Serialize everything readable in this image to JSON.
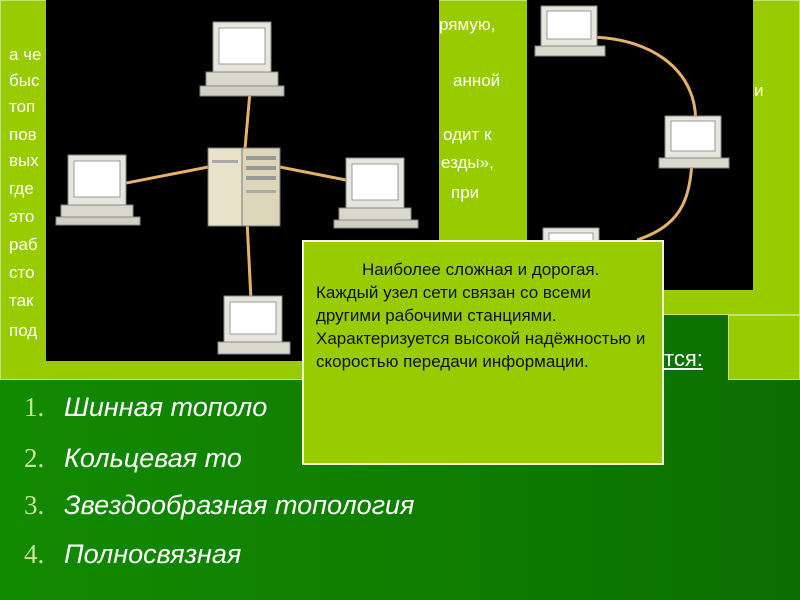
{
  "background_color": "#0c7a00",
  "panel_color": "#99cc00",
  "left_text_fragments": [
    "рямую,",
    "а че",
    "быс",
    "анной",
    "топ",
    "пов",
    "одит к",
    "вых",
    "езды»,",
    "где",
    "при",
    "это",
    "раб",
    "сто",
    "так",
    "под"
  ],
  "right_text_fragment": "и",
  "heading_fragment": "тся:",
  "topology_list": [
    {
      "num": "1.",
      "label": "Шинная тополо"
    },
    {
      "num": "2.",
      "label": "Кольцевая то"
    },
    {
      "num": "3.",
      "label": "Звездообразная топология"
    },
    {
      "num": "4.",
      "label": "Полносвязная"
    }
  ],
  "callout_text": "Наиболее сложная и дорогая. Каждый узел сети связан со всеми другими рабочими станциями. Характеризуется высокой надёжностью и скоростью передачи информации."
}
